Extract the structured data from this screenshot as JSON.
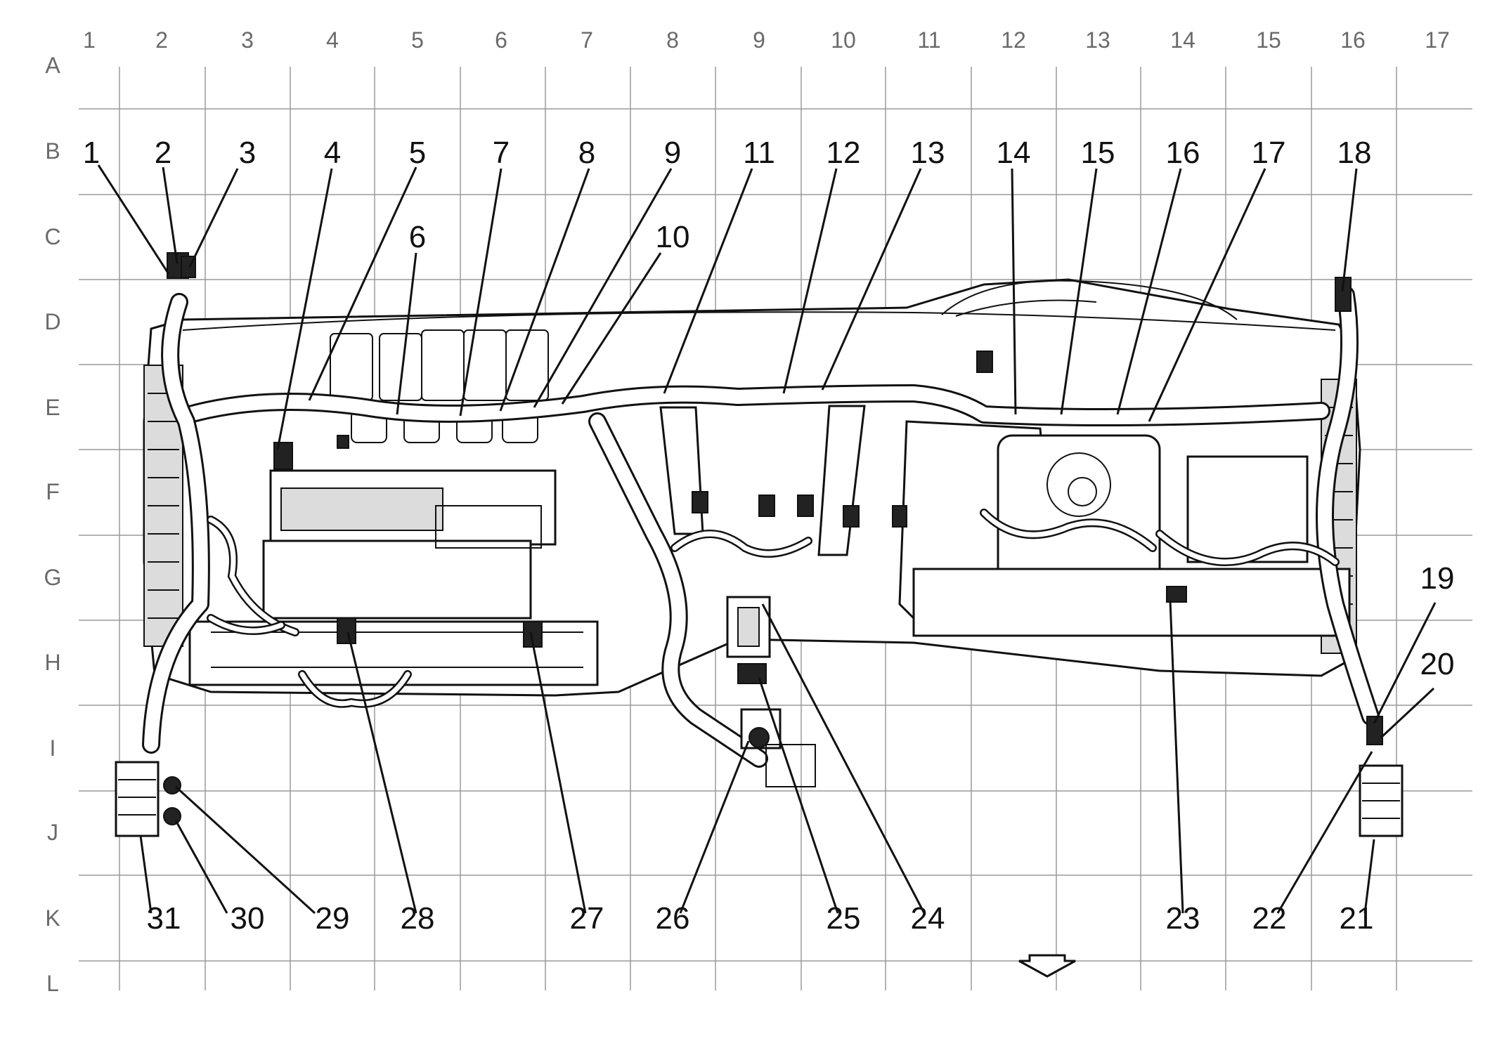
{
  "grid": {
    "columns": [
      "1",
      "2",
      "3",
      "4",
      "5",
      "6",
      "7",
      "8",
      "9",
      "10",
      "11",
      "12",
      "13",
      "14",
      "15",
      "16",
      "17"
    ],
    "rows": [
      "A",
      "B",
      "C",
      "D",
      "E",
      "F",
      "G",
      "H",
      "I",
      "J",
      "K",
      "L"
    ]
  },
  "callouts": [
    {
      "n": "1"
    },
    {
      "n": "2"
    },
    {
      "n": "3"
    },
    {
      "n": "4"
    },
    {
      "n": "5"
    },
    {
      "n": "6"
    },
    {
      "n": "7"
    },
    {
      "n": "8"
    },
    {
      "n": "9"
    },
    {
      "n": "10"
    },
    {
      "n": "11"
    },
    {
      "n": "12"
    },
    {
      "n": "13"
    },
    {
      "n": "14"
    },
    {
      "n": "15"
    },
    {
      "n": "16"
    },
    {
      "n": "17"
    },
    {
      "n": "18"
    },
    {
      "n": "19"
    },
    {
      "n": "20"
    },
    {
      "n": "21"
    },
    {
      "n": "22"
    },
    {
      "n": "23"
    },
    {
      "n": "24"
    },
    {
      "n": "25"
    },
    {
      "n": "26"
    },
    {
      "n": "27"
    },
    {
      "n": "28"
    },
    {
      "n": "29"
    },
    {
      "n": "30"
    },
    {
      "n": "31"
    }
  ],
  "colors": {
    "line": "#111111",
    "grid": "#9a9a9a",
    "label": "#6a6a6a",
    "background": "#ffffff"
  }
}
